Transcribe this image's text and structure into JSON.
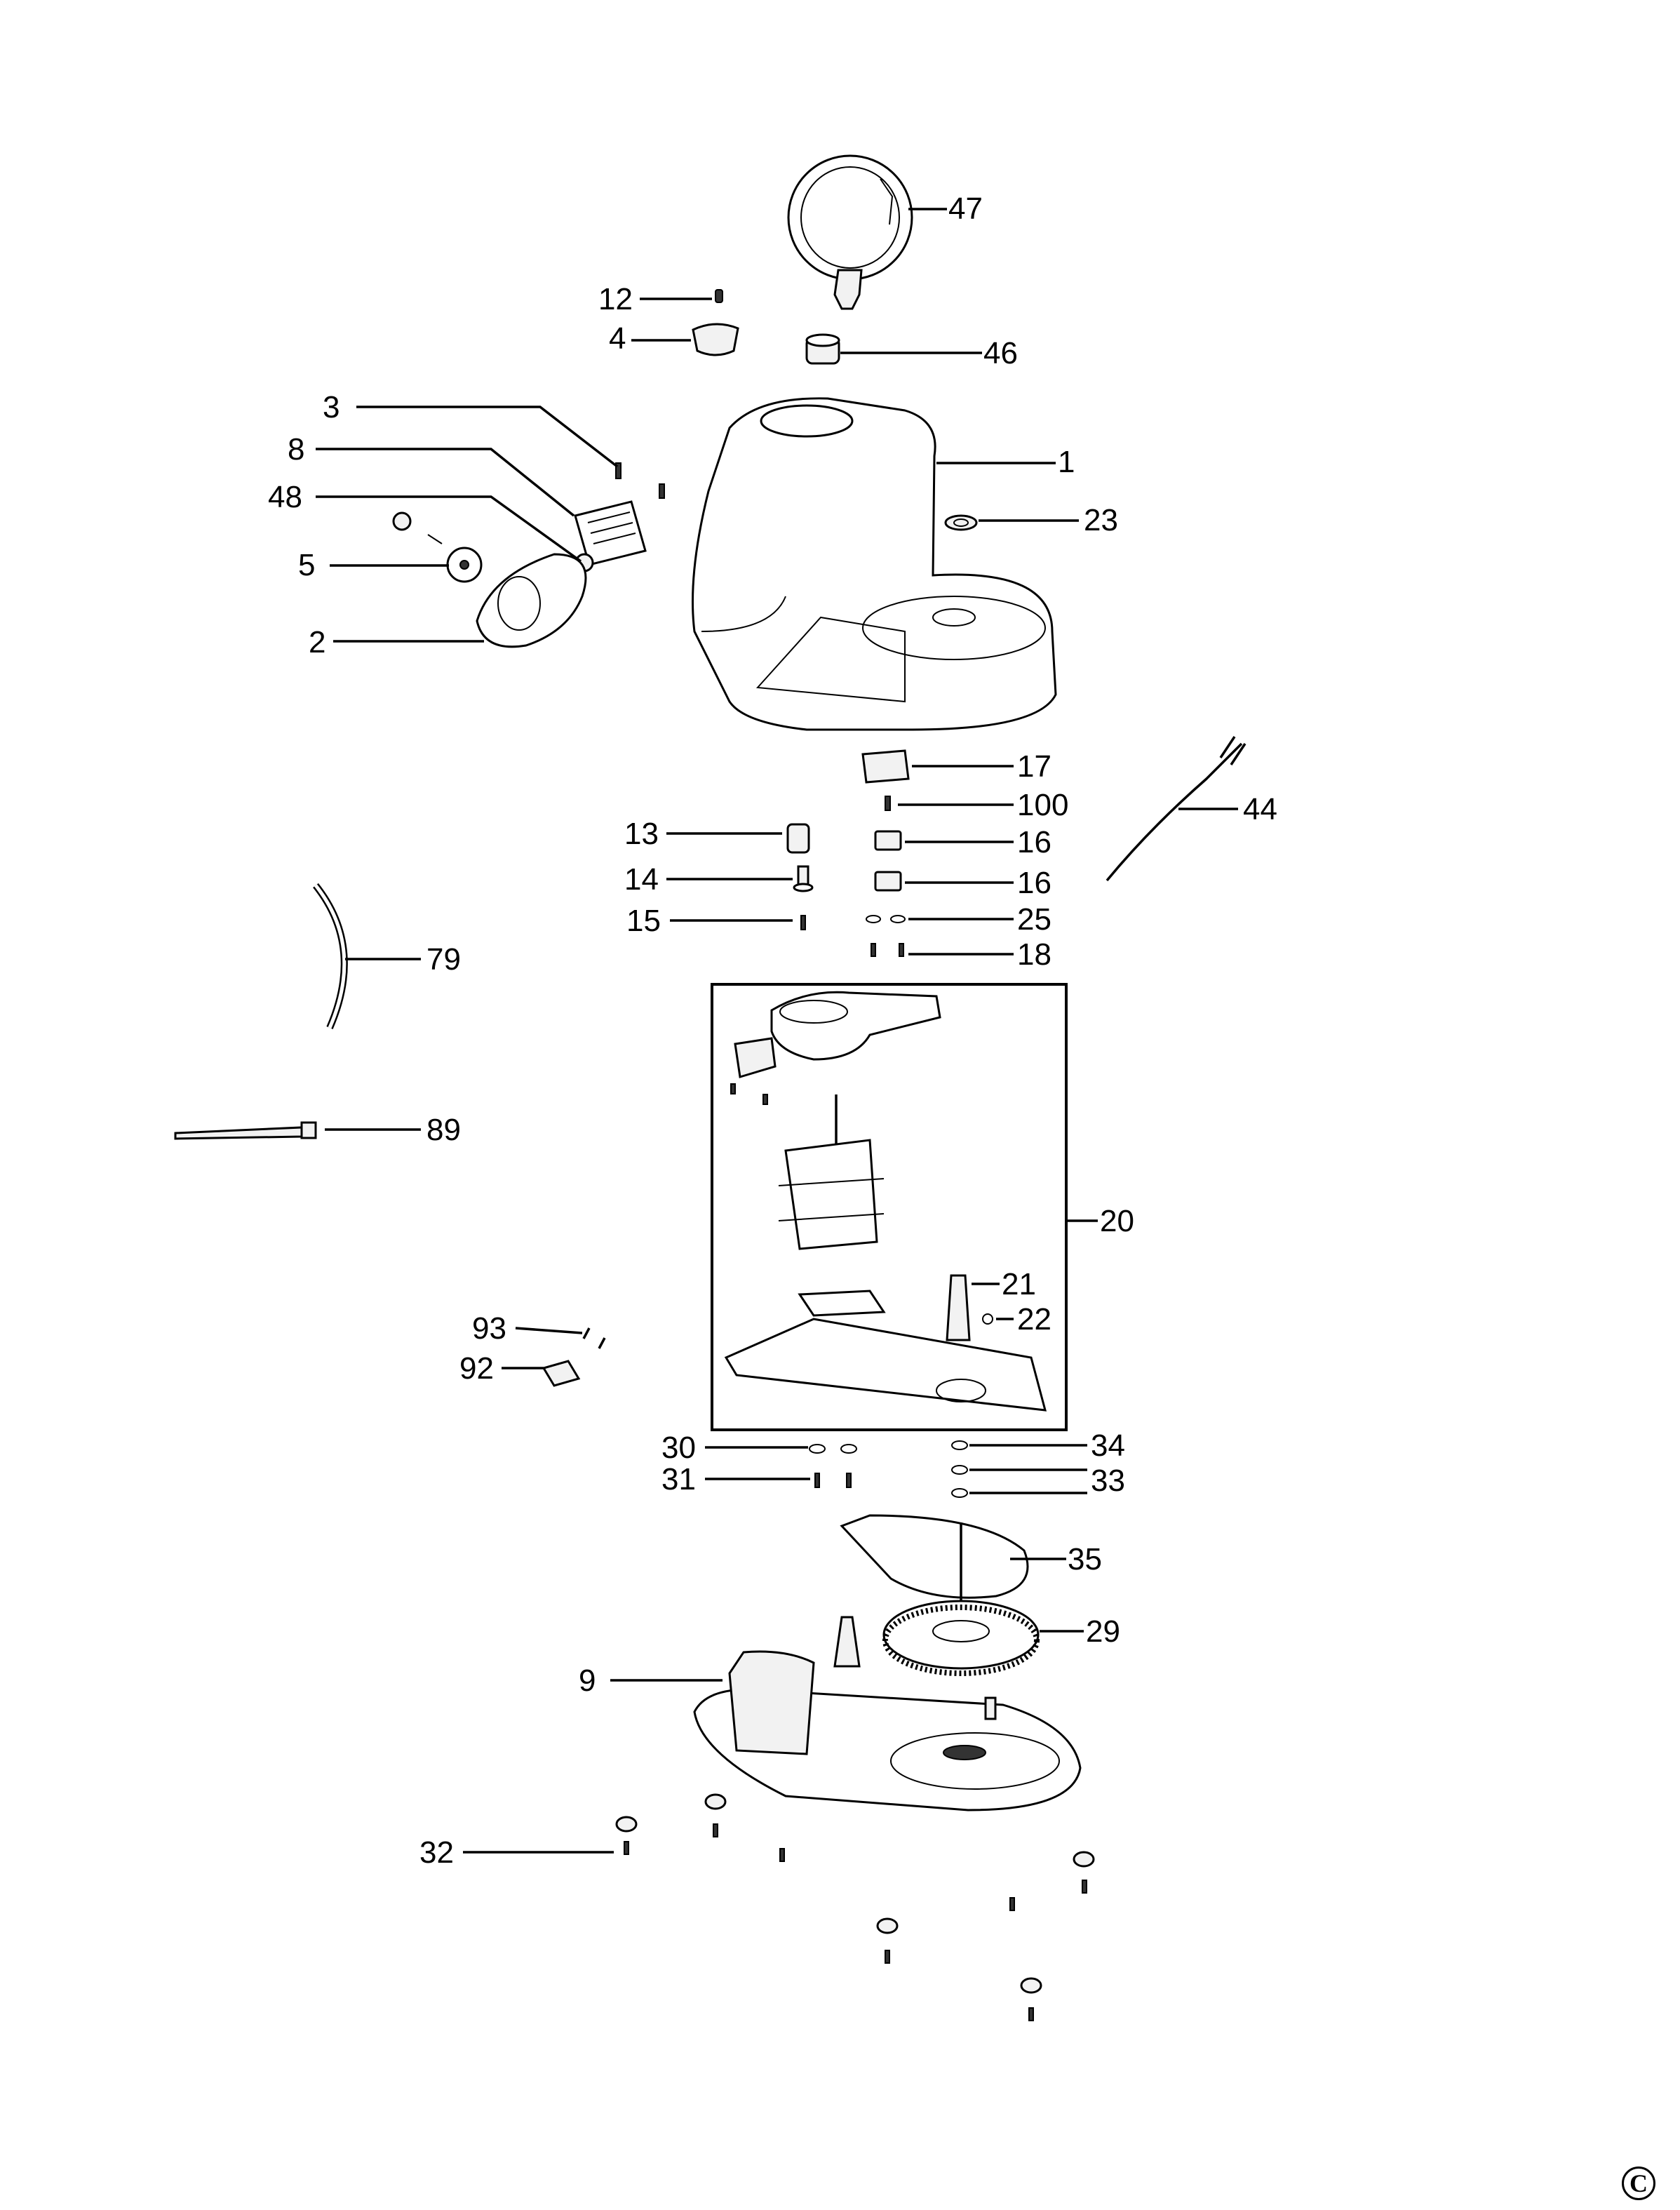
{
  "copyright_symbol": "C",
  "callouts": [
    {
      "id": "47",
      "label": "47"
    },
    {
      "id": "12",
      "label": "12"
    },
    {
      "id": "4",
      "label": "4"
    },
    {
      "id": "46",
      "label": "46"
    },
    {
      "id": "3",
      "label": "3"
    },
    {
      "id": "1",
      "label": "1"
    },
    {
      "id": "8",
      "label": "8"
    },
    {
      "id": "48",
      "label": "48"
    },
    {
      "id": "23",
      "label": "23"
    },
    {
      "id": "5",
      "label": "5"
    },
    {
      "id": "2",
      "label": "2"
    },
    {
      "id": "17",
      "label": "17"
    },
    {
      "id": "100",
      "label": "100"
    },
    {
      "id": "44",
      "label": "44"
    },
    {
      "id": "13",
      "label": "13"
    },
    {
      "id": "16a",
      "label": "16"
    },
    {
      "id": "14",
      "label": "14"
    },
    {
      "id": "16b",
      "label": "16"
    },
    {
      "id": "15",
      "label": "15"
    },
    {
      "id": "25",
      "label": "25"
    },
    {
      "id": "79",
      "label": "79"
    },
    {
      "id": "18",
      "label": "18"
    },
    {
      "id": "89",
      "label": "89"
    },
    {
      "id": "20",
      "label": "20"
    },
    {
      "id": "21",
      "label": "21"
    },
    {
      "id": "93",
      "label": "93"
    },
    {
      "id": "22",
      "label": "22"
    },
    {
      "id": "92",
      "label": "92"
    },
    {
      "id": "30",
      "label": "30"
    },
    {
      "id": "34",
      "label": "34"
    },
    {
      "id": "31",
      "label": "31"
    },
    {
      "id": "33",
      "label": "33"
    },
    {
      "id": "35",
      "label": "35"
    },
    {
      "id": "29",
      "label": "29"
    },
    {
      "id": "9",
      "label": "9"
    },
    {
      "id": "32",
      "label": "32"
    }
  ]
}
